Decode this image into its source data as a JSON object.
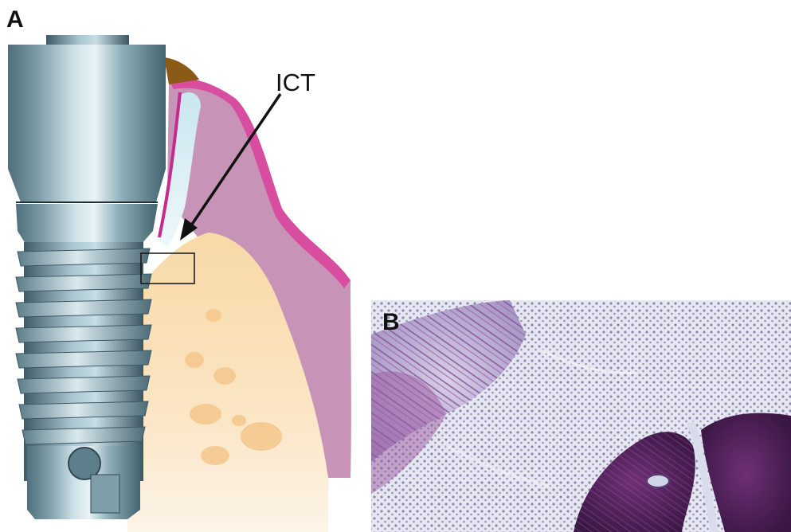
{
  "panels": {
    "a": {
      "label": "A"
    },
    "b": {
      "label": "B"
    }
  },
  "annotation": {
    "label": "ICT"
  }
}
